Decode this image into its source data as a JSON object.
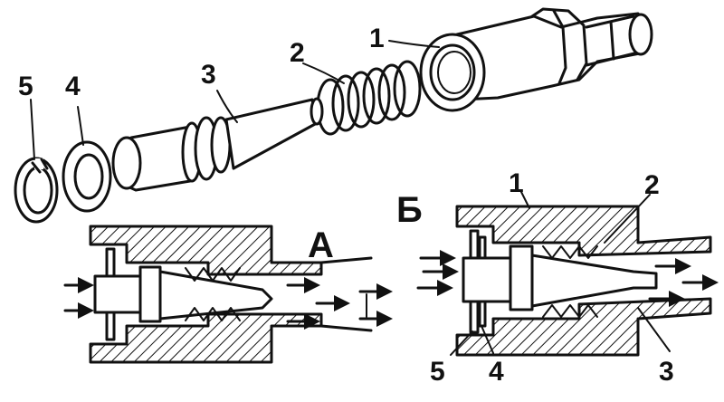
{
  "labels": {
    "exploded": {
      "one": "1",
      "two": "2",
      "three": "3",
      "four": "4",
      "five": "5"
    },
    "section_a": {
      "title": "А"
    },
    "section_b": {
      "title": "Б",
      "one": "1",
      "two": "2",
      "three": "3",
      "four": "4",
      "five": "5"
    }
  }
}
